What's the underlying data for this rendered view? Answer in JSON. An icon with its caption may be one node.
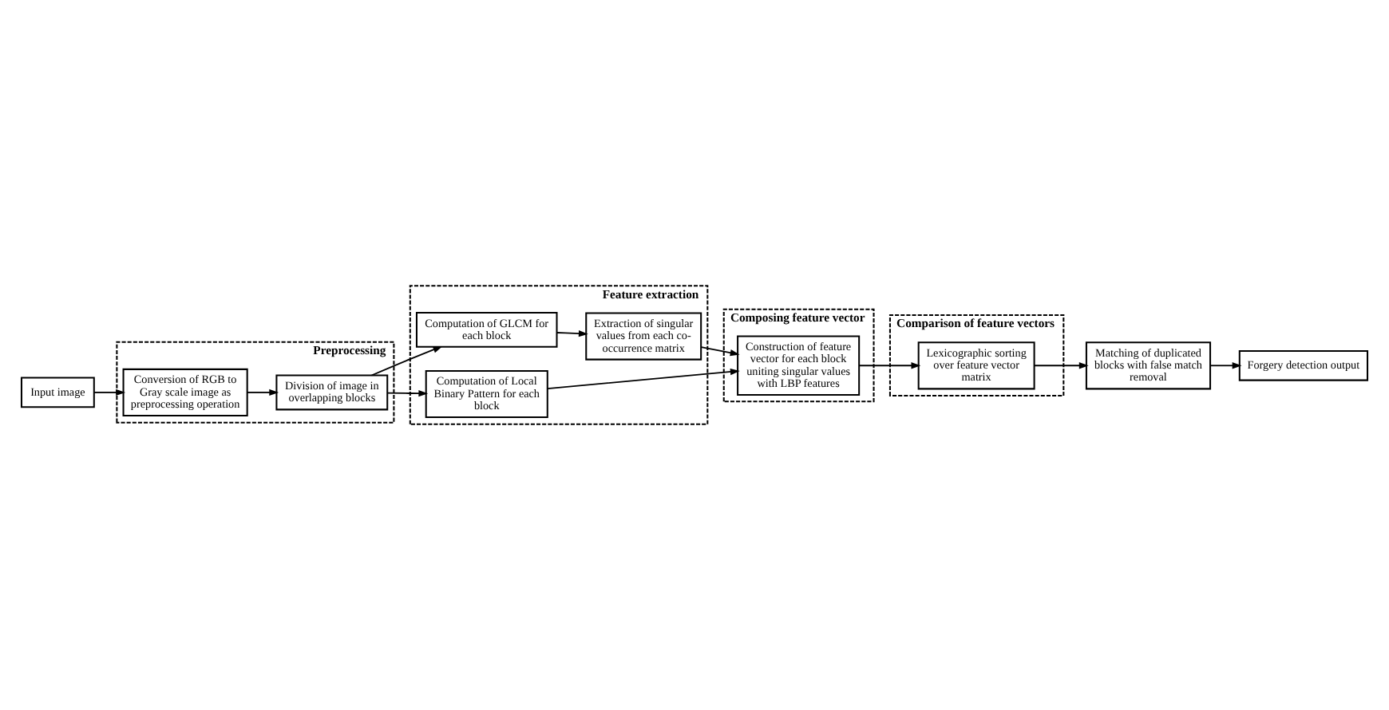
{
  "diagram": {
    "nodes": [
      {
        "text": [
          "Preprocessing"
        ]
      },
      {
        "text": [
          "Input image"
        ]
      },
      {
        "text": [
          "Conversion of RGB to Gray scale image as preprocessing operation"
        ],
        "in": 0
      },
      {
        "text": [
          "Division of image in overlapping blocks"
        ],
        "in": 0
      },
      {
        "text": [
          "Feature extraction"
        ]
      },
      {
        "text": [
          "Computation of GLCM for each block"
        ],
        "in": 4
      },
      {
        "text": [
          "Extraction of singular values from each co-occurrence matrix"
        ],
        "in": 4
      },
      {
        "text": [
          "Computation of Local Binary Pattern for each block"
        ],
        "in": 4
      },
      {
        "text": [
          "Composing feature vector"
        ]
      },
      {
        "text": [
          "Construction of feature vector for each block uniting singular values with LBP features"
        ],
        "in": 8
      },
      {
        "text": [
          "Comparison of feature vectors"
        ]
      },
      {
        "text": [
          "Lexicographic sorting over feature vector matrix"
        ],
        "in": 10
      },
      {
        "text": [
          "Matching of duplicated blocks with false match removal"
        ]
      },
      {
        "text": [
          "Forgery detection output"
        ]
      }
    ],
    "edges": [
      {
        "from": 1,
        "to": 2,
        "arrow": "to"
      },
      {
        "from": 2,
        "to": 3,
        "arrow": "to"
      },
      {
        "from": 3,
        "to": 5,
        "arrow": "to"
      },
      {
        "from": 5,
        "to": 6,
        "arrow": "to"
      },
      {
        "from": 3,
        "to": 7,
        "arrow": "to"
      },
      {
        "from": 7,
        "to": 9,
        "arrow": "to"
      },
      {
        "from": 6,
        "to": 9,
        "arrow": "to"
      },
      {
        "from": 9,
        "to": 11,
        "arrow": "to"
      },
      {
        "from": 11,
        "to": 12,
        "arrow": "to"
      },
      {
        "from": 12,
        "to": 13,
        "arrow": "to"
      }
    ]
  }
}
